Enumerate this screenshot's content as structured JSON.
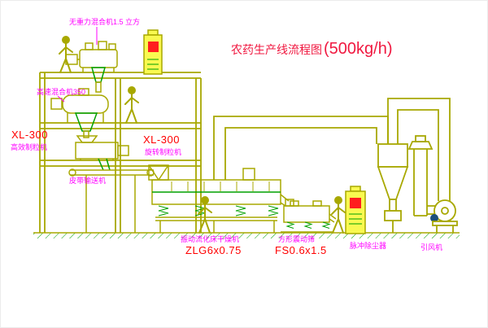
{
  "title": {
    "text": "农药生产线流程图",
    "capacity": "(500kg/h)"
  },
  "labels": {
    "gravity_mixer": "无重力混合机1.5 立方",
    "high_speed_mixer": "高速混合机350",
    "granulator_left_model": "XL-300",
    "granulator_left_name": "高效制粒机",
    "granulator_center_model": "XL-300",
    "granulator_center_name": "旋转制粒机",
    "belt_conveyor": "皮带输送机",
    "dryer_name": "振动流化床干燥机",
    "dryer_model": "ZLG6x0.75",
    "sieve_name": "方形震动筛",
    "sieve_model": "FS0.6x1.5",
    "dust_collector": "脉冲除尘器",
    "fan": "引风机"
  },
  "colors": {
    "background": "#ffffff",
    "structure_line": "#a8a800",
    "detail_green": "#00a000",
    "label_magenta": "#ff00ff",
    "model_red": "#ff0000",
    "title_red": "#f01840",
    "cabinet_yellow": "#f9f950",
    "indicator_red": "#ff1e1e"
  }
}
